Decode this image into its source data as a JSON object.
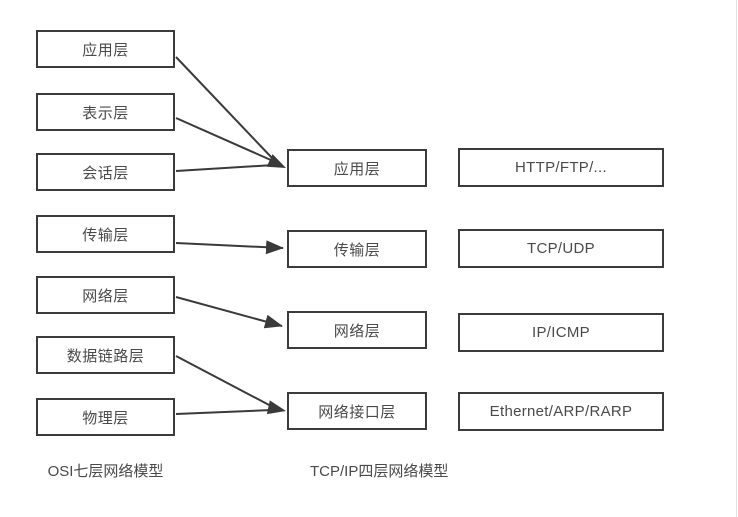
{
  "diagram": {
    "title_implicit": "OSI vs TCP/IP network model mapping",
    "osi": {
      "caption": "OSI七层网络模型",
      "layers": [
        "应用层",
        "表示层",
        "会话层",
        "传输层",
        "网络层",
        "数据链路层",
        "物理层"
      ]
    },
    "tcpip": {
      "caption": "TCP/IP四层网络模型",
      "layers": [
        "应用层",
        "传输层",
        "网络层",
        "网络接口层"
      ]
    },
    "protocols": [
      "HTTP/FTP/...",
      "TCP/UDP",
      "IP/ICMP",
      "Ethernet/ARP/RARP"
    ],
    "mappings": [
      {
        "from": "应用层",
        "to": "应用层"
      },
      {
        "from": "表示层",
        "to": "应用层"
      },
      {
        "from": "会话层",
        "to": "应用层"
      },
      {
        "from": "传输层",
        "to": "传输层"
      },
      {
        "from": "网络层",
        "to": "网络层"
      },
      {
        "from": "数据链路层",
        "to": "网络接口层"
      },
      {
        "from": "物理层",
        "to": "网络接口层"
      }
    ],
    "colors": {
      "box_border": "#3b3b3b",
      "text": "#4a4a4a",
      "arrow": "#3a3a3a",
      "background": "#ffffff",
      "pane_edge": "#e2e2e2"
    }
  }
}
